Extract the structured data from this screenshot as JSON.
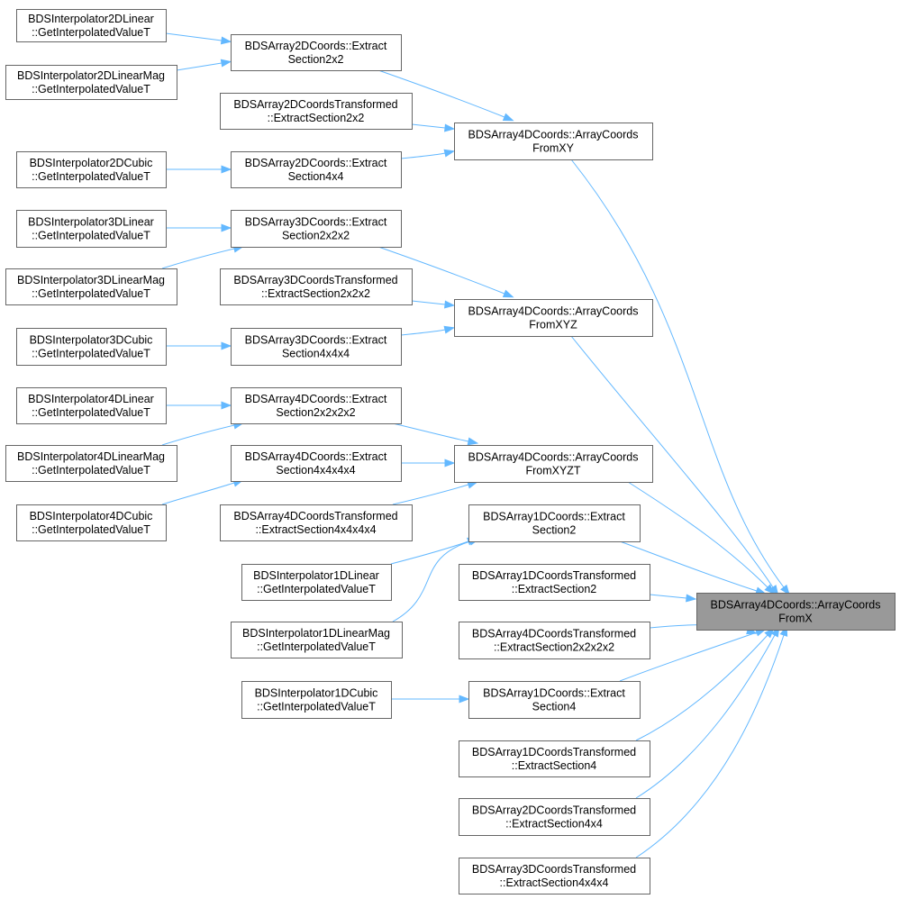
{
  "colors": {
    "edge": "#63b8ff",
    "node_border": "#666666",
    "root_fill": "#999999",
    "node_fill": "#ffffff"
  },
  "nodes": {
    "i2dl": [
      "BDSInterpolator2DLinear",
      "::GetInterpolatedValueT"
    ],
    "i2dlm": [
      "BDSInterpolator2DLinearMag",
      "::GetInterpolatedValueT"
    ],
    "i2dc": [
      "BDSInterpolator2DCubic",
      "::GetInterpolatedValueT"
    ],
    "i3dl": [
      "BDSInterpolator3DLinear",
      "::GetInterpolatedValueT"
    ],
    "i3dlm": [
      "BDSInterpolator3DLinearMag",
      "::GetInterpolatedValueT"
    ],
    "i3dc": [
      "BDSInterpolator3DCubic",
      "::GetInterpolatedValueT"
    ],
    "i4dl": [
      "BDSInterpolator4DLinear",
      "::GetInterpolatedValueT"
    ],
    "i4dlm": [
      "BDSInterpolator4DLinearMag",
      "::GetInterpolatedValueT"
    ],
    "i4dc": [
      "BDSInterpolator4DCubic",
      "::GetInterpolatedValueT"
    ],
    "a2e22": [
      "BDSArray2DCoords::Extract",
      "Section2x2"
    ],
    "a2t22": [
      "BDSArray2DCoordsTransformed",
      "::ExtractSection2x2"
    ],
    "a2e44": [
      "BDSArray2DCoords::Extract",
      "Section4x4"
    ],
    "a3e222": [
      "BDSArray3DCoords::Extract",
      "Section2x2x2"
    ],
    "a3t222": [
      "BDSArray3DCoordsTransformed",
      "::ExtractSection2x2x2"
    ],
    "a3e444": [
      "BDSArray3DCoords::Extract",
      "Section4x4x4"
    ],
    "a4e2222": [
      "BDSArray4DCoords::Extract",
      "Section2x2x2x2"
    ],
    "a4e4444": [
      "BDSArray4DCoords::Extract",
      "Section4x4x4x4"
    ],
    "a4t4444": [
      "BDSArray4DCoordsTransformed",
      "::ExtractSection4x4x4x4"
    ],
    "i1dl": [
      "BDSInterpolator1DLinear",
      "::GetInterpolatedValueT"
    ],
    "i1dlm": [
      "BDSInterpolator1DLinearMag",
      "::GetInterpolatedValueT"
    ],
    "i1dc": [
      "BDSInterpolator1DCubic",
      "::GetInterpolatedValueT"
    ],
    "fxy": [
      "BDSArray4DCoords::ArrayCoords",
      "FromXY"
    ],
    "fxyz": [
      "BDSArray4DCoords::ArrayCoords",
      "FromXYZ"
    ],
    "fxyzt": [
      "BDSArray4DCoords::ArrayCoords",
      "FromXYZT"
    ],
    "a1e2": [
      "BDSArray1DCoords::Extract",
      "Section2"
    ],
    "a1t2": [
      "BDSArray1DCoordsTransformed",
      "::ExtractSection2"
    ],
    "a4t2222": [
      "BDSArray4DCoordsTransformed",
      "::ExtractSection2x2x2x2"
    ],
    "a1e4": [
      "BDSArray1DCoords::Extract",
      "Section4"
    ],
    "a1t4": [
      "BDSArray1DCoordsTransformed",
      "::ExtractSection4"
    ],
    "a2t44": [
      "BDSArray2DCoordsTransformed",
      "::ExtractSection4x4"
    ],
    "a3t444": [
      "BDSArray3DCoordsTransformed",
      "::ExtractSection4x4x4"
    ],
    "root": [
      "BDSArray4DCoords::ArrayCoords",
      "FromX"
    ]
  }
}
